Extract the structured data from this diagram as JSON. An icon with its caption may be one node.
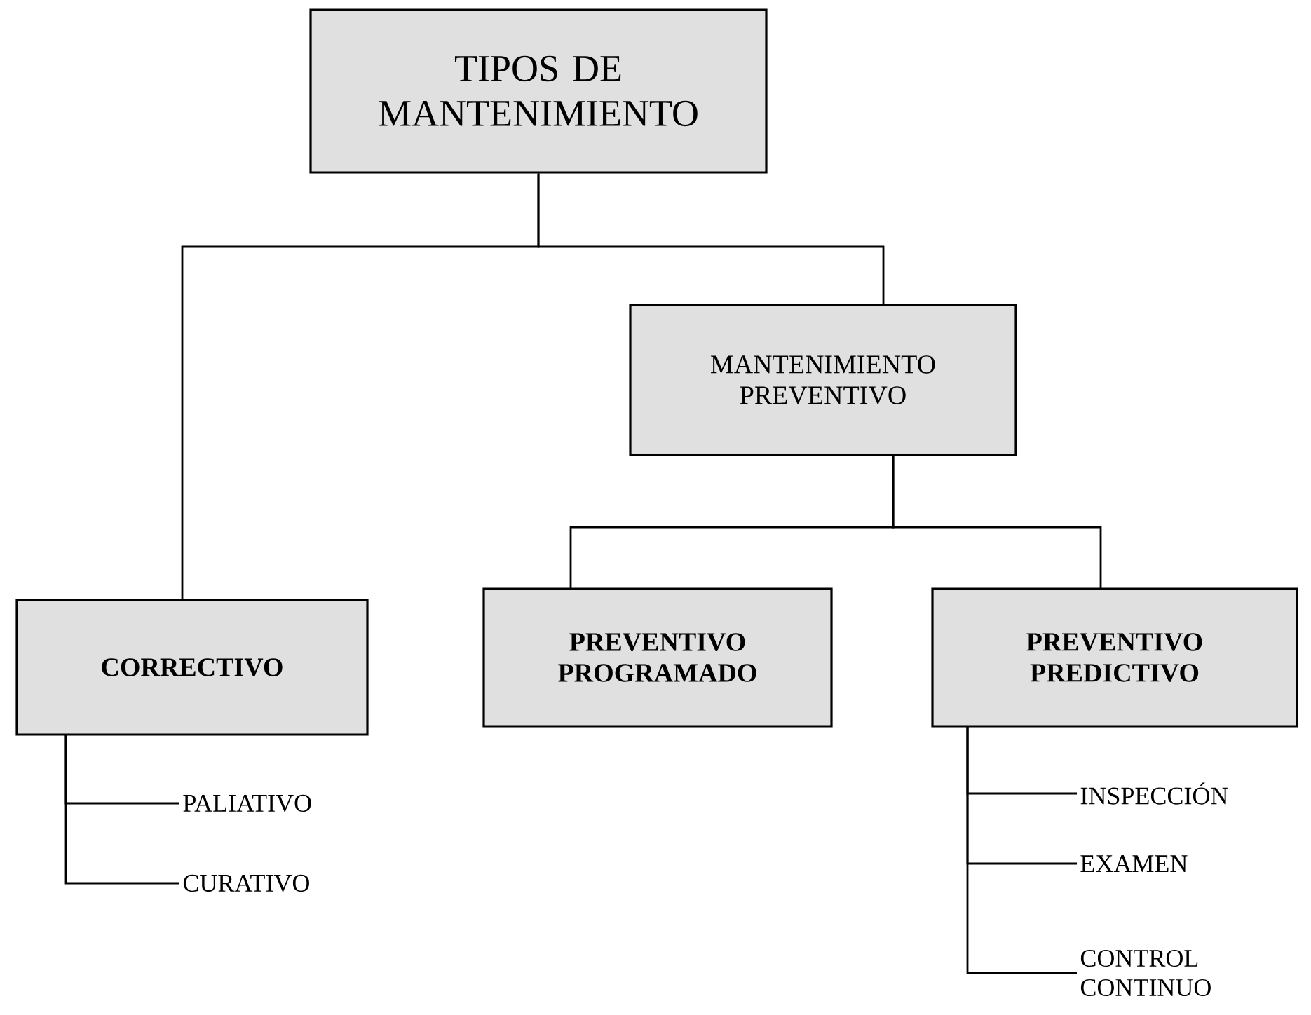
{
  "diagram": {
    "nodes": [
      {
        "text": [
          "TIPOS DE MANTENIMIENTO"
        ]
      },
      {
        "text": [
          "MANTENIMIENTO PREVENTIVO"
        ]
      },
      {
        "text": [
          "CORRECTIVO"
        ]
      },
      {
        "text": [
          "PREVENTIVO PROGRAMADO"
        ]
      },
      {
        "text": [
          "PREVENTIVO PREDICTIVO"
        ]
      },
      {
        "text": [
          "PALIATIVO"
        ]
      },
      {
        "text": [
          "CURATIVO"
        ]
      },
      {
        "text": [
          "INSPECCIÓN"
        ]
      },
      {
        "text": [
          "EXAMEN"
        ]
      },
      {
        "text": [
          "CONTROL CONTINUO"
        ]
      }
    ],
    "edges": [
      {
        "from": 0,
        "to": 2,
        "arrow": "none"
      },
      {
        "from": 0,
        "to": 1,
        "arrow": "none"
      },
      {
        "from": 1,
        "to": 3,
        "arrow": "none"
      },
      {
        "from": 1,
        "to": 4,
        "arrow": "none"
      },
      {
        "from": 2,
        "to": 5,
        "arrow": "none"
      },
      {
        "from": 2,
        "to": 6,
        "arrow": "none"
      },
      {
        "from": 4,
        "to": 7,
        "arrow": "none"
      },
      {
        "from": 4,
        "to": 8,
        "arrow": "none"
      },
      {
        "from": 4,
        "to": 9,
        "arrow": "none"
      }
    ]
  }
}
